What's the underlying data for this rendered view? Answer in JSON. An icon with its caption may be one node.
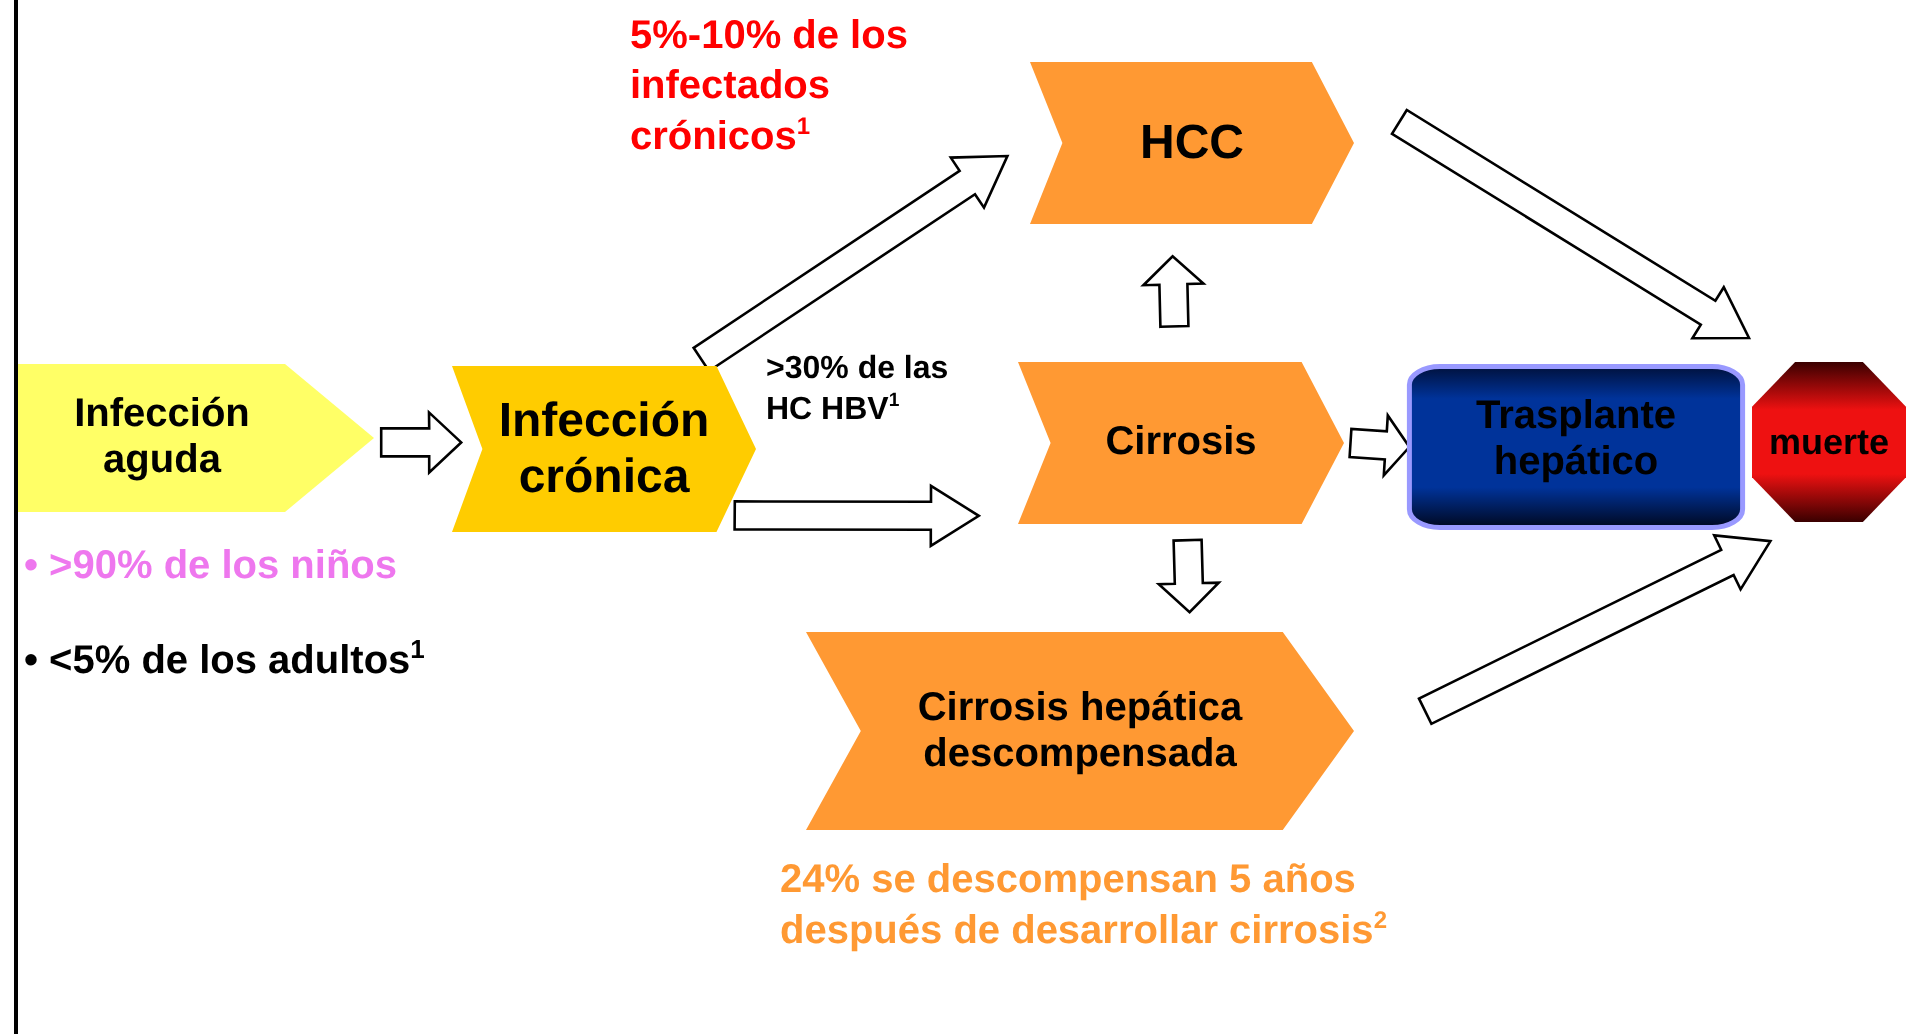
{
  "diagram": {
    "nodes": [
      {
        "text": [
          "Infección aguda"
        ]
      },
      {
        "text": [
          "Infección crónica"
        ]
      },
      {
        "text": [
          "HCC"
        ]
      },
      {
        "text": [
          "Cirrosis"
        ]
      },
      {
        "text": [
          "Cirrosis hepática descompensada"
        ],
        "beside": [
          "24% se descompensan 5 años después de desarrollar cirrosis$^{2}$"
        ]
      },
      {
        "text": [
          "Trasplante hepático"
        ]
      },
      {
        "text": [
          "muerte"
        ]
      }
    ],
    "edges": [
      {
        "from": 0,
        "to": 1,
        "arrow": "to"
      },
      {
        "from": 1,
        "to": 2,
        "arrow": "to",
        "label": "5%-10% de los infectados crónicos$^{1}$"
      },
      {
        "from": 1,
        "to": 3,
        "arrow": "to",
        "label": ">30% de las HC HBV$^{1}$"
      },
      {
        "from": 3,
        "to": 2,
        "arrow": "to"
      },
      {
        "from": 3,
        "to": 4,
        "arrow": "to"
      },
      {
        "from": 3,
        "to": 5,
        "arrow": "to"
      },
      {
        "from": 2,
        "to": 6,
        "arrow": "to"
      },
      {
        "from": 4,
        "to": 6,
        "arrow": "to"
      }
    ],
    "labels": [
      "• >90% de los niños",
      "• <5% de los adultos$^{1}$"
    ]
  }
}
